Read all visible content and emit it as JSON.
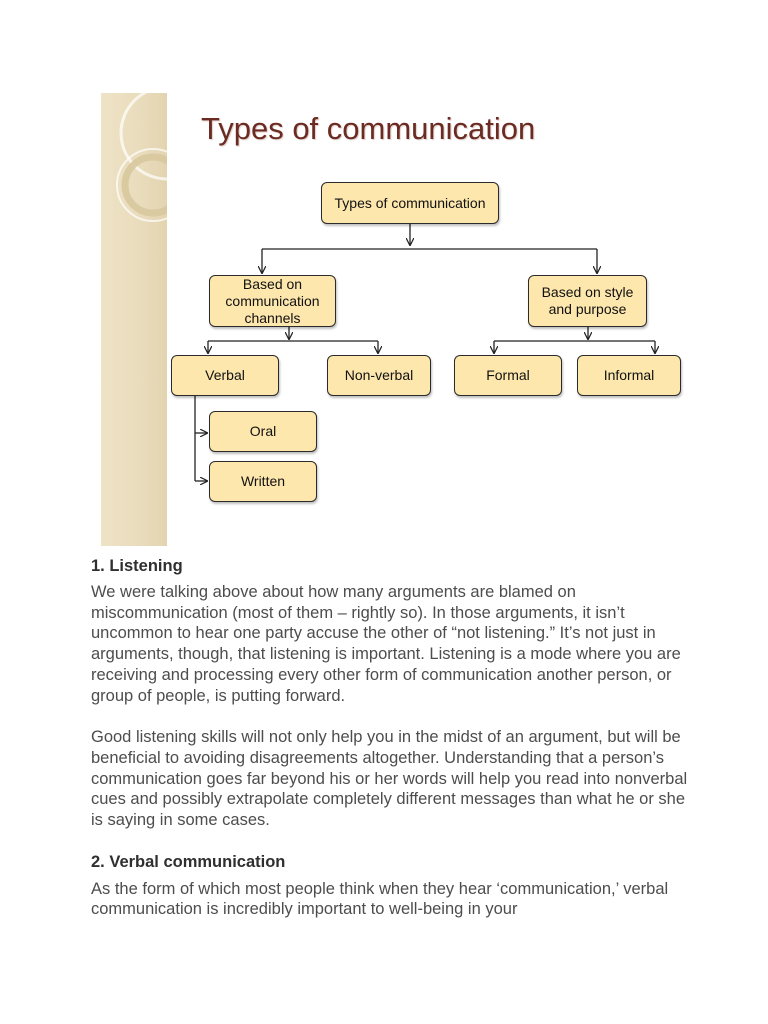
{
  "slide": {
    "title": "Types of communication"
  },
  "diagram": {
    "root": "Types of communication",
    "left_branch": "Based on communication channels",
    "right_branch": "Based on style and purpose",
    "verbal": "Verbal",
    "nonverbal": "Non-verbal",
    "formal": "Formal",
    "informal": "Informal",
    "oral": "Oral",
    "written": "Written"
  },
  "article": {
    "heading_1": "1. Listening",
    "paragraph_1": "We were talking above about how many arguments are blamed on miscommunication (most of them – rightly so). In those arguments, it isn’t uncommon to hear one party accuse the other of “not listening.” It’s not just in arguments, though, that listening is important. Listening is a mode where you are receiving and processing every other form of communication another person, or group of people, is putting forward.",
    "paragraph_2": "Good listening skills will not only help you in the midst of an argument, but will be beneficial to avoiding disagreements altogether. Understanding that a person’s communication goes far beyond his or her words will help you read into nonverbal cues and possibly extrapolate completely different messages than what he or she is saying in some cases.",
    "heading_2": "2. Verbal communication",
    "paragraph_3": "As the form of which most people think when they hear ‘communication,’ verbal communication is incredibly important to well-being in your"
  }
}
